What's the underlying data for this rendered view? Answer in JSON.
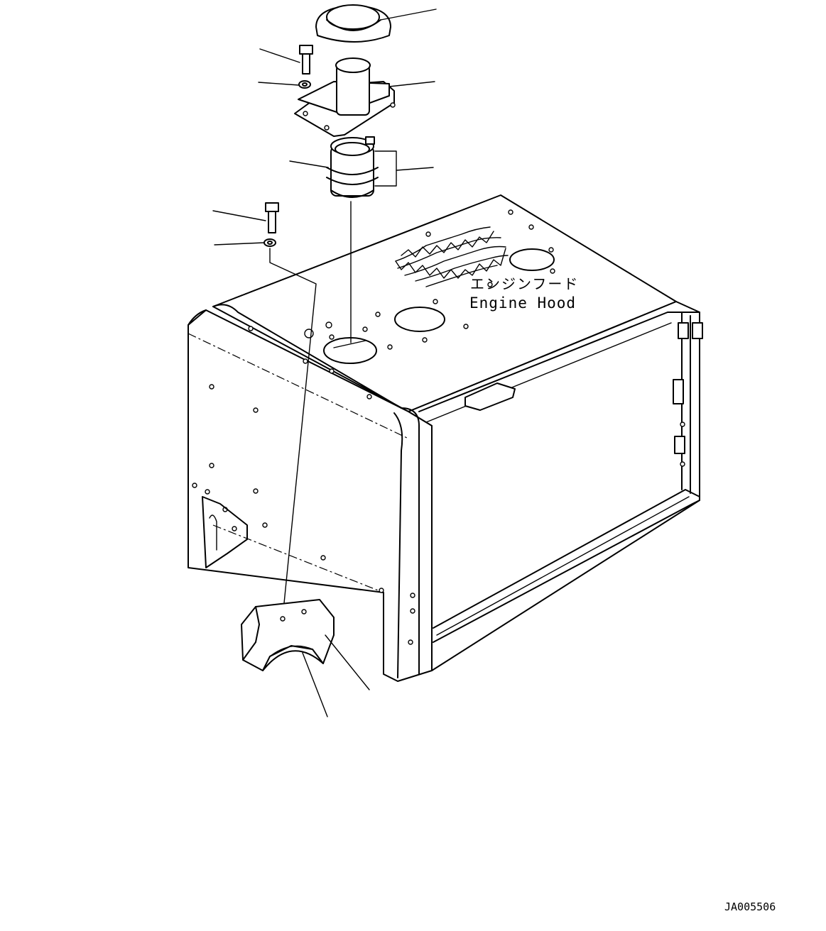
{
  "hood_label": {
    "japanese": "エンジンフード",
    "english": "Engine Hood"
  },
  "drawing_code": "JA005506"
}
